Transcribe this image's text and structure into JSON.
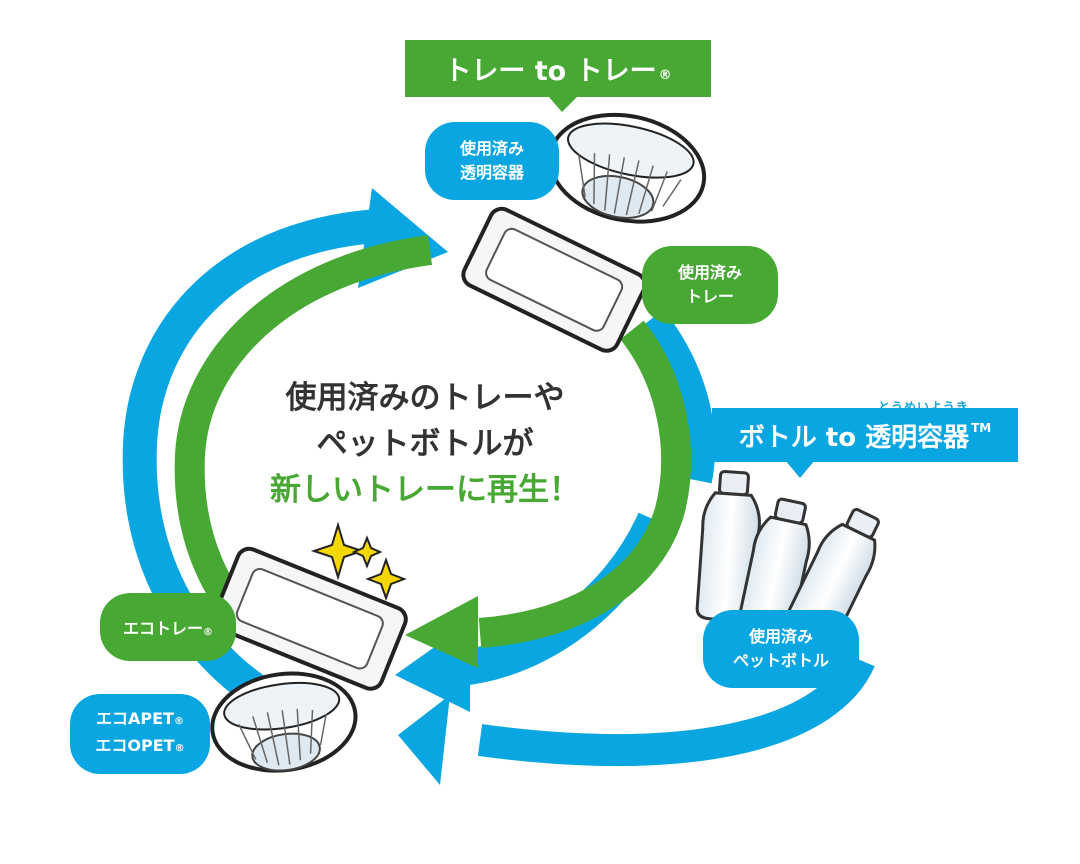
{
  "labels": {
    "tray_to_tray": "トレー to トレー",
    "tray_to_tray_mark": "®",
    "bottle_to_clear": "ボトル to 透明容器",
    "bottle_to_clear_mark": "TM",
    "bottle_to_clear_ruby": "とうめいようき",
    "used_clear_container_line1": "使用済み",
    "used_clear_container_line2": "透明容器",
    "used_tray_line1": "使用済み",
    "used_tray_line2": "トレー",
    "used_pet_line1": "使用済み",
    "used_pet_line2": "ペットボトル",
    "eco_tray": "エコトレー",
    "eco_tray_mark": "®",
    "eco_apet": "エコAPET",
    "eco_opet": "エコOPET",
    "eco_mark": "®"
  },
  "center": {
    "line1": "使用済みのトレーや",
    "line2": "ペットボトルが",
    "line3": "新しいトレーに再生！"
  },
  "colors": {
    "blue": "#0aa6e2",
    "green": "#48a834",
    "text_dark": "#333333"
  }
}
